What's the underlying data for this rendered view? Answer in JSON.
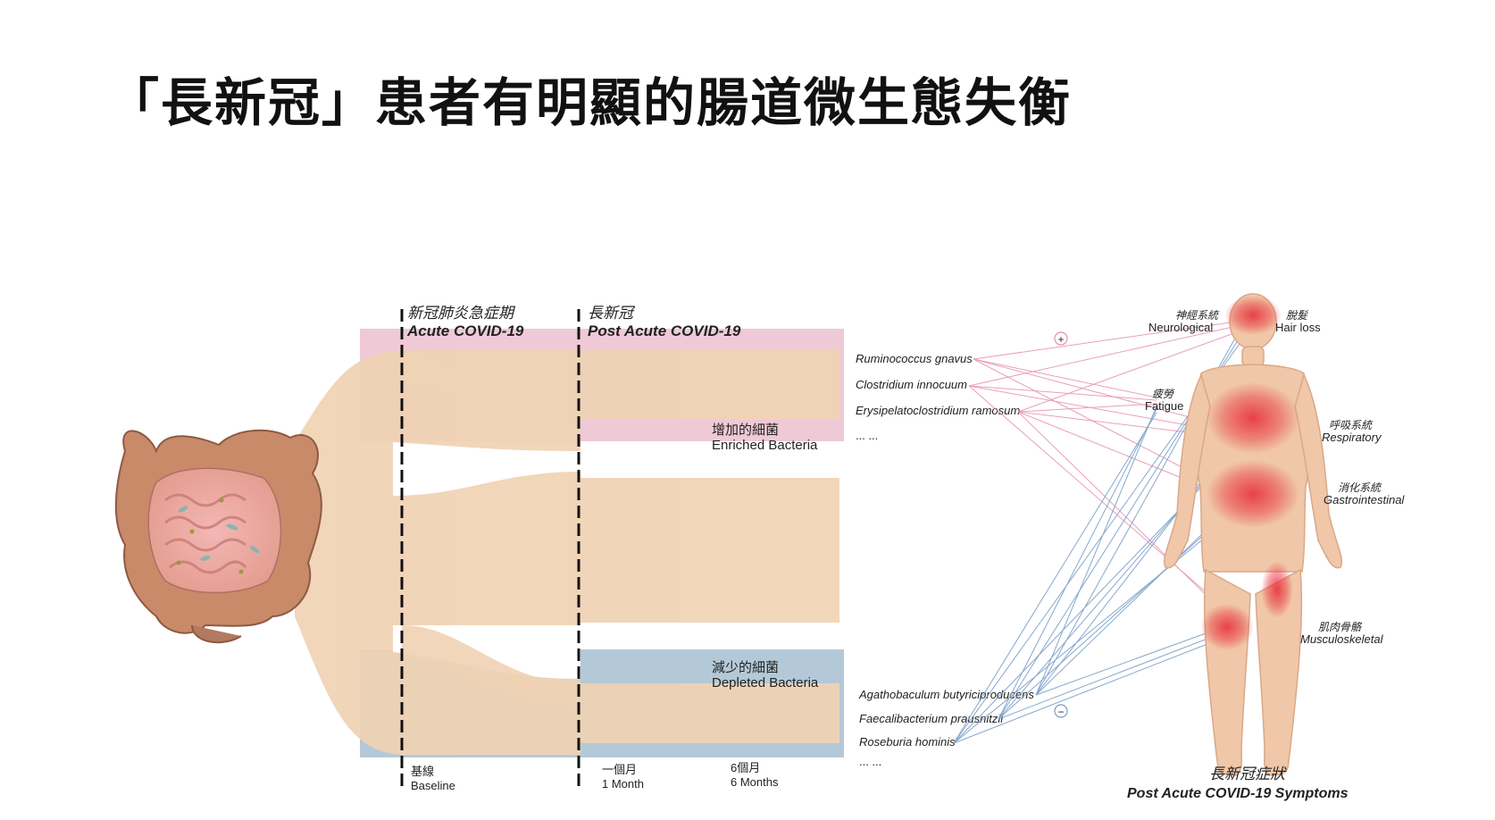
{
  "title": "「長新冠」患者有明顯的腸道微生態失衡",
  "phases": {
    "acute_zh": "新冠肺炎急症期",
    "acute_en": "Acute COVID-19",
    "post_zh": "長新冠",
    "post_en": "Post Acute COVID-19"
  },
  "timepoints": {
    "baseline_zh": "基線",
    "baseline_en": "Baseline",
    "month1_zh": "一個月",
    "month1_en": "1 Month",
    "month6_zh": "6個月",
    "month6_en": "6 Months"
  },
  "bands": {
    "enriched_zh": "增加的細菌",
    "enriched_en": "Enriched Bacteria",
    "depleted_zh": "減少的細菌",
    "depleted_en": "Depleted Bacteria"
  },
  "enriched_bacteria": [
    "Ruminococcus gnavus",
    "Clostridium innocuum",
    "Erysipelatoclostridium ramosum"
  ],
  "depleted_bacteria": [
    "Agathobaculum butyriciproducens",
    "Faecalibacterium prausnitzii",
    "Roseburia hominis"
  ],
  "ellipsis": "... ...",
  "signs": {
    "plus": "+",
    "minus": "−"
  },
  "symptoms": {
    "neuro_zh": "神經系統",
    "neuro_en": "Neurological",
    "hair_zh": "脫髮",
    "hair_en": "Hair loss",
    "fatigue_zh": "疲勞",
    "fatigue_en": "Fatigue",
    "resp_zh": "呼吸系統",
    "resp_en": "Respiratory",
    "gi_zh": "消化系統",
    "gi_en": "Gastrointestinal",
    "msk_zh": "肌肉骨骼",
    "msk_en": "Musculoskeletal"
  },
  "symptoms_caption": {
    "zh": "長新冠症狀",
    "en": "Post Acute COVID-19 Symptoms"
  },
  "colors": {
    "enriched_band": "#efc9d6",
    "depleted_band": "#b4c9d8",
    "flow": "#f0d2b4",
    "positive_link": "#e58fb0",
    "negative_link": "#7a9fc7",
    "body": "#f0c7a8",
    "inflammation": "#e8323c",
    "intestine": "#c98a6a"
  }
}
